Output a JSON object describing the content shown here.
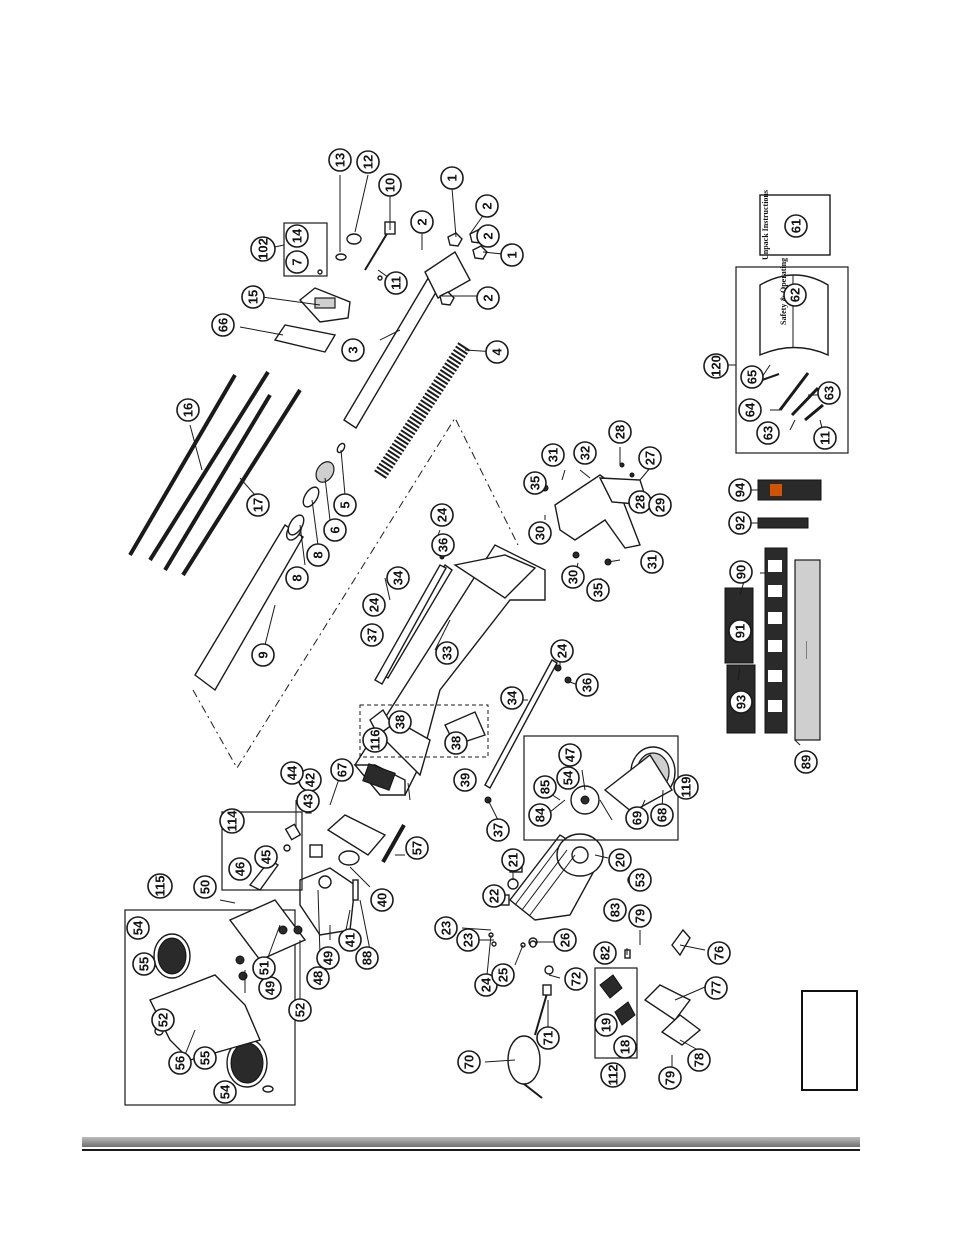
{
  "diagram": {
    "callouts": [
      "1",
      "1",
      "2",
      "2",
      "2",
      "2",
      "3",
      "4",
      "5",
      "6",
      "7",
      "8",
      "8",
      "9",
      "10",
      "11",
      "11",
      "12",
      "13",
      "14",
      "15",
      "16",
      "17",
      "18",
      "19",
      "20",
      "21",
      "22",
      "23",
      "23",
      "24",
      "24",
      "24",
      "24",
      "25",
      "26",
      "27",
      "28",
      "28",
      "29",
      "30",
      "30",
      "31",
      "31",
      "32",
      "33",
      "34",
      "34",
      "35",
      "35",
      "36",
      "36",
      "37",
      "37",
      "38",
      "38",
      "39",
      "40",
      "41",
      "42",
      "43",
      "44",
      "45",
      "46",
      "47",
      "48",
      "49",
      "49",
      "50",
      "51",
      "52",
      "52",
      "53",
      "54",
      "54",
      "54",
      "55",
      "55",
      "56",
      "57",
      "61",
      "62",
      "63",
      "63",
      "64",
      "65",
      "66",
      "67",
      "68",
      "69",
      "70",
      "71",
      "72",
      "76",
      "77",
      "78",
      "79",
      "79",
      "82",
      "83",
      "84",
      "85",
      "88",
      "89",
      "90",
      "91",
      "92",
      "93",
      "94",
      "102",
      "112",
      "114",
      "115",
      "116",
      "119",
      "120"
    ],
    "documents": {
      "unpack_instructions": "Unpack Instructions",
      "safety_manual": "Safety & Operating Instructions"
    }
  },
  "page_box": {
    "text": ""
  },
  "colors": {
    "ink": "#1a1a1a",
    "paper": "#ffffff",
    "footer_bar": "#8a8a8a"
  }
}
